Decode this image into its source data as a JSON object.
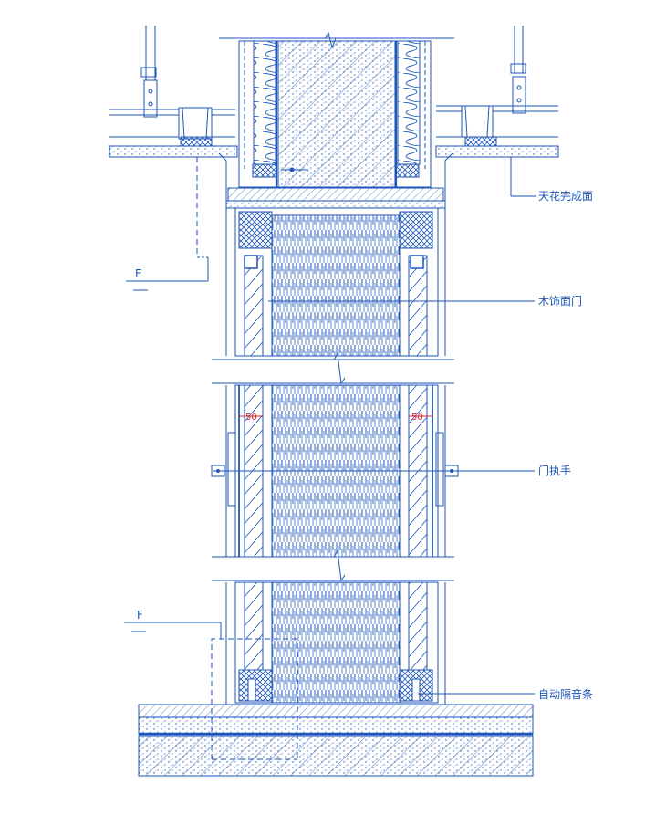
{
  "labels": {
    "ceiling_finish": "天花完成面",
    "wood_door": "木饰面门",
    "door_handle": "门执手",
    "seal_strip": "自动隔音条"
  },
  "section_marks": {
    "top": "E",
    "bottom": "F"
  },
  "dimensions": {
    "left": "50",
    "right": "50"
  },
  "colors": {
    "line": "#1d56b8",
    "dim": "#d8232a",
    "background": "#ffffff"
  }
}
